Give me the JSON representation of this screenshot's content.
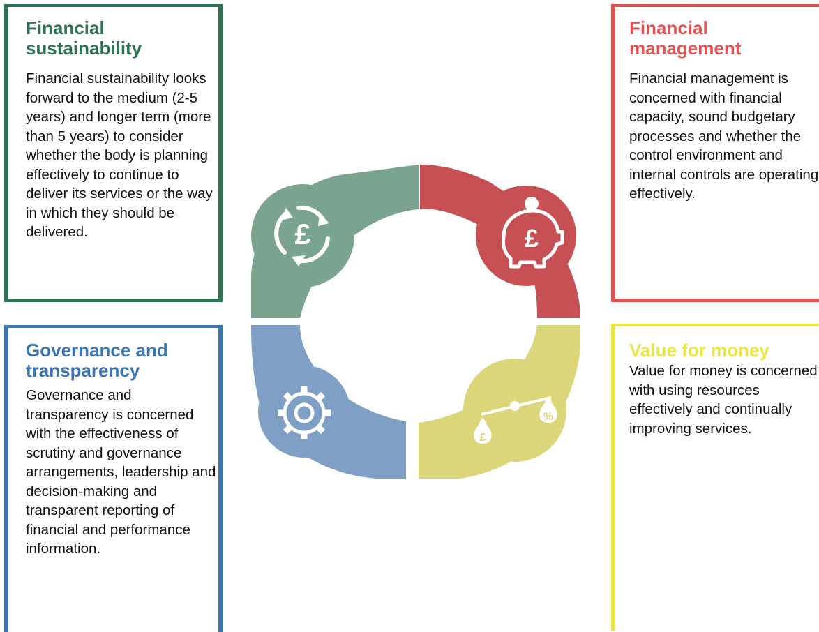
{
  "panels": {
    "financial_sustainability": {
      "title": "Financial sustainability",
      "body": "Financial sustainability looks forward to the medium (2-5 years) and longer term (more than 5 years) to consider whether the body is planning effectively to continue to deliver its services or the way in which they should be delivered."
    },
    "financial_management": {
      "title": "Financial management",
      "body": "Financial management is concerned with financial capacity, sound budgetary processes and whether the control environment and internal controls are operating effectively."
    },
    "governance_transparency": {
      "title": "Governance and transparency",
      "body": "Governance and transparency is concerned with the effectiveness of scrutiny and governance arrangements, leadership and decision-making and transparent reporting of financial and performance information."
    },
    "value_for_money": {
      "title": "Value for money",
      "body": "Value for money is concerned with using resources effectively and continually improving services."
    }
  },
  "wheel": {
    "colors": {
      "green": "#7aa48f",
      "red": "#c65053",
      "blue": "#7f9fc4",
      "yellow": "#dcd67a"
    },
    "icons": [
      "pound-cycle-icon",
      "piggy-bank-pound-icon",
      "gear-icon",
      "balance-scale-icon"
    ],
    "glyphs": {
      "pound": "£",
      "percent": "%"
    }
  }
}
